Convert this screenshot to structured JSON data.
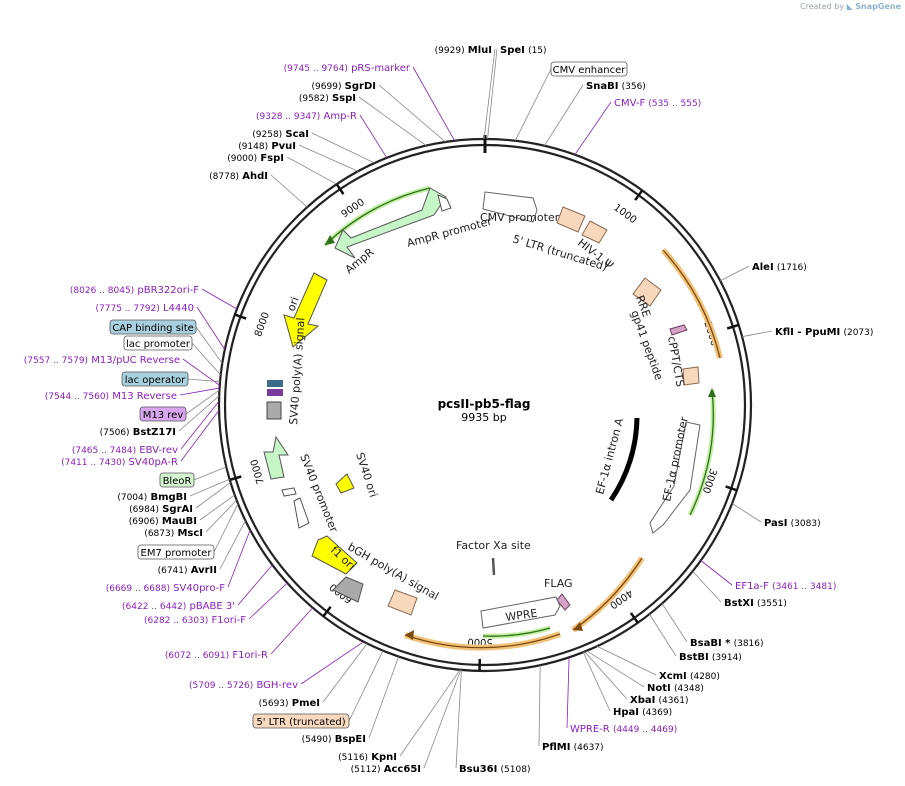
{
  "credit": {
    "prefix": "Created by",
    "brand": "SnapGene"
  },
  "plasmid": {
    "name": "pcsII-pb5-flag",
    "size": "9935 bp",
    "length": 9935
  },
  "colors": {
    "primer": "#8a1fbf",
    "enzyme": "#000000",
    "orf_border": "#e6a23c"
  },
  "ticks": [
    {
      "label": "1000"
    },
    {
      "label": "2000"
    },
    {
      "label": "3000"
    },
    {
      "label": "4000"
    },
    {
      "label": "5000"
    },
    {
      "label": "6000"
    },
    {
      "label": "7000"
    },
    {
      "label": "8000"
    },
    {
      "label": "9000"
    }
  ],
  "enzymes": [
    {
      "name": "MluI",
      "pos": "(9929)",
      "loc": 9929
    },
    {
      "name": "SpeI",
      "pos": "(15)",
      "loc": 15
    },
    {
      "name": "SnaBI",
      "pos": "(356)",
      "loc": 356
    },
    {
      "name": "SgrDI",
      "pos": "(9699)",
      "loc": 9699
    },
    {
      "name": "SspI",
      "pos": "(9582)",
      "loc": 9582
    },
    {
      "name": "ScaI",
      "pos": "(9258)",
      "loc": 9258
    },
    {
      "name": "PvuI",
      "pos": "(9148)",
      "loc": 9148
    },
    {
      "name": "FspI",
      "pos": "(9000)",
      "loc": 9000
    },
    {
      "name": "AhdI",
      "pos": "(8778)",
      "loc": 8778
    },
    {
      "name": "AleI",
      "pos": "(1716)",
      "loc": 1716
    },
    {
      "name": "KflI - PpuMI",
      "pos": "(2073)",
      "loc": 2073
    },
    {
      "name": "PasI",
      "pos": "(3083)",
      "loc": 3083
    },
    {
      "name": "BstXI",
      "pos": "(3551)",
      "loc": 3551
    },
    {
      "name": "BsaBI *",
      "pos": "(3816)",
      "loc": 3816
    },
    {
      "name": "BstBI",
      "pos": "(3914)",
      "loc": 3914
    },
    {
      "name": "XcmI",
      "pos": "(4280)",
      "loc": 4280
    },
    {
      "name": "NotI",
      "pos": "(4348)",
      "loc": 4348
    },
    {
      "name": "XbaI",
      "pos": "(4361)",
      "loc": 4361
    },
    {
      "name": "HpaI",
      "pos": "(4369)",
      "loc": 4369
    },
    {
      "name": "PflMI",
      "pos": "(4637)",
      "loc": 4637
    },
    {
      "name": "Bsu36I",
      "pos": "(5108)",
      "loc": 5108
    },
    {
      "name": "Acc65I",
      "pos": "(5112)",
      "loc": 5112
    },
    {
      "name": "KpnI",
      "pos": "(5116)",
      "loc": 5116
    },
    {
      "name": "BspEI",
      "pos": "(5490)",
      "loc": 5490
    },
    {
      "name": "PmeI",
      "pos": "(5693)",
      "loc": 5693
    },
    {
      "name": "AvrII",
      "pos": "(6741)",
      "loc": 6741
    },
    {
      "name": "MscI",
      "pos": "(6873)",
      "loc": 6873
    },
    {
      "name": "MauBI",
      "pos": "(6906)",
      "loc": 6906
    },
    {
      "name": "SgrAI",
      "pos": "(6984)",
      "loc": 6984
    },
    {
      "name": "BmgBI",
      "pos": "(7004)",
      "loc": 7004
    },
    {
      "name": "BstZ17I",
      "pos": "(7506)",
      "loc": 7506
    }
  ],
  "primers": [
    {
      "name": "pRS-marker",
      "pos": "(9745 .. 9764)",
      "loc": 9754
    },
    {
      "name": "Amp-R",
      "pos": "(9328 .. 9347)",
      "loc": 9337
    },
    {
      "name": "CMV-F",
      "pos": "(535 .. 555)",
      "loc": 545
    },
    {
      "name": "pBR322ori-F",
      "pos": "(8026 .. 8045)",
      "loc": 8035
    },
    {
      "name": "L4440",
      "pos": "(7775 .. 7792)",
      "loc": 7783
    },
    {
      "name": "M13/pUC Reverse",
      "pos": "(7557 .. 7579)",
      "loc": 7568
    },
    {
      "name": "M13 Reverse",
      "pos": "(7544 .. 7560)",
      "loc": 7552
    },
    {
      "name": "EBV-rev",
      "pos": "(7465 .. 7484)",
      "loc": 7474
    },
    {
      "name": "SV40pA-R",
      "pos": "(7411 .. 7430)",
      "loc": 7420
    },
    {
      "name": "EF1a-F",
      "pos": "(3461 .. 3481)",
      "loc": 3471
    },
    {
      "name": "WPRE-R",
      "pos": "(4449 .. 4469)",
      "loc": 4459
    },
    {
      "name": "SV40pro-F",
      "pos": "(6669 .. 6688)",
      "loc": 6678
    },
    {
      "name": "pBABE 3'",
      "pos": "(6422 .. 6442)",
      "loc": 6432
    },
    {
      "name": "F1ori-F",
      "pos": "(6282 .. 6303)",
      "loc": 6292
    },
    {
      "name": "F1ori-R",
      "pos": "(6072 .. 6091)",
      "loc": 6081
    },
    {
      "name": "BGH-rev",
      "pos": "(5709 .. 5726)",
      "loc": 5717
    }
  ],
  "boxed_features": [
    {
      "name": "CMV enhancer",
      "fill": "#ffffff",
      "loc": 180
    },
    {
      "name": "CAP binding site",
      "fill": "#a8d0de",
      "loc": 7700
    },
    {
      "name": "lac promoter",
      "fill": "#ffffff",
      "loc": 7630
    },
    {
      "name": "lac operator",
      "fill": "#a8d0de",
      "loc": 7590
    },
    {
      "name": "M13 rev",
      "fill": "#d7a6ec",
      "loc": 7540
    },
    {
      "name": "BleoR",
      "fill": "#d4f5d0",
      "loc": 7080
    },
    {
      "name": "EM7 promoter",
      "fill": "#ffffff",
      "loc": 6850
    },
    {
      "name": "5' LTR (truncated)",
      "fill": "#f7d9c0",
      "loc": 5590
    }
  ],
  "inner_features": [
    {
      "name": "CMV promoter"
    },
    {
      "name": "5' LTR (truncated)"
    },
    {
      "name": "HIV-1 Ψ"
    },
    {
      "name": "AmpR promoter"
    },
    {
      "name": "AmpR"
    },
    {
      "name": "ori"
    },
    {
      "name": "RRE"
    },
    {
      "name": "gp41 peptide"
    },
    {
      "name": "cPPT/CTS"
    },
    {
      "name": "EF-1α intron A"
    },
    {
      "name": "EF-1α promoter"
    },
    {
      "name": "SV40 poly(A) signal"
    },
    {
      "name": "SV40 ori"
    },
    {
      "name": "SV40 promoter"
    },
    {
      "name": "f1 ori"
    },
    {
      "name": "bGH poly(A) signal"
    },
    {
      "name": "Factor Xa site"
    },
    {
      "name": "FLAG"
    },
    {
      "name": "WPRE"
    }
  ]
}
